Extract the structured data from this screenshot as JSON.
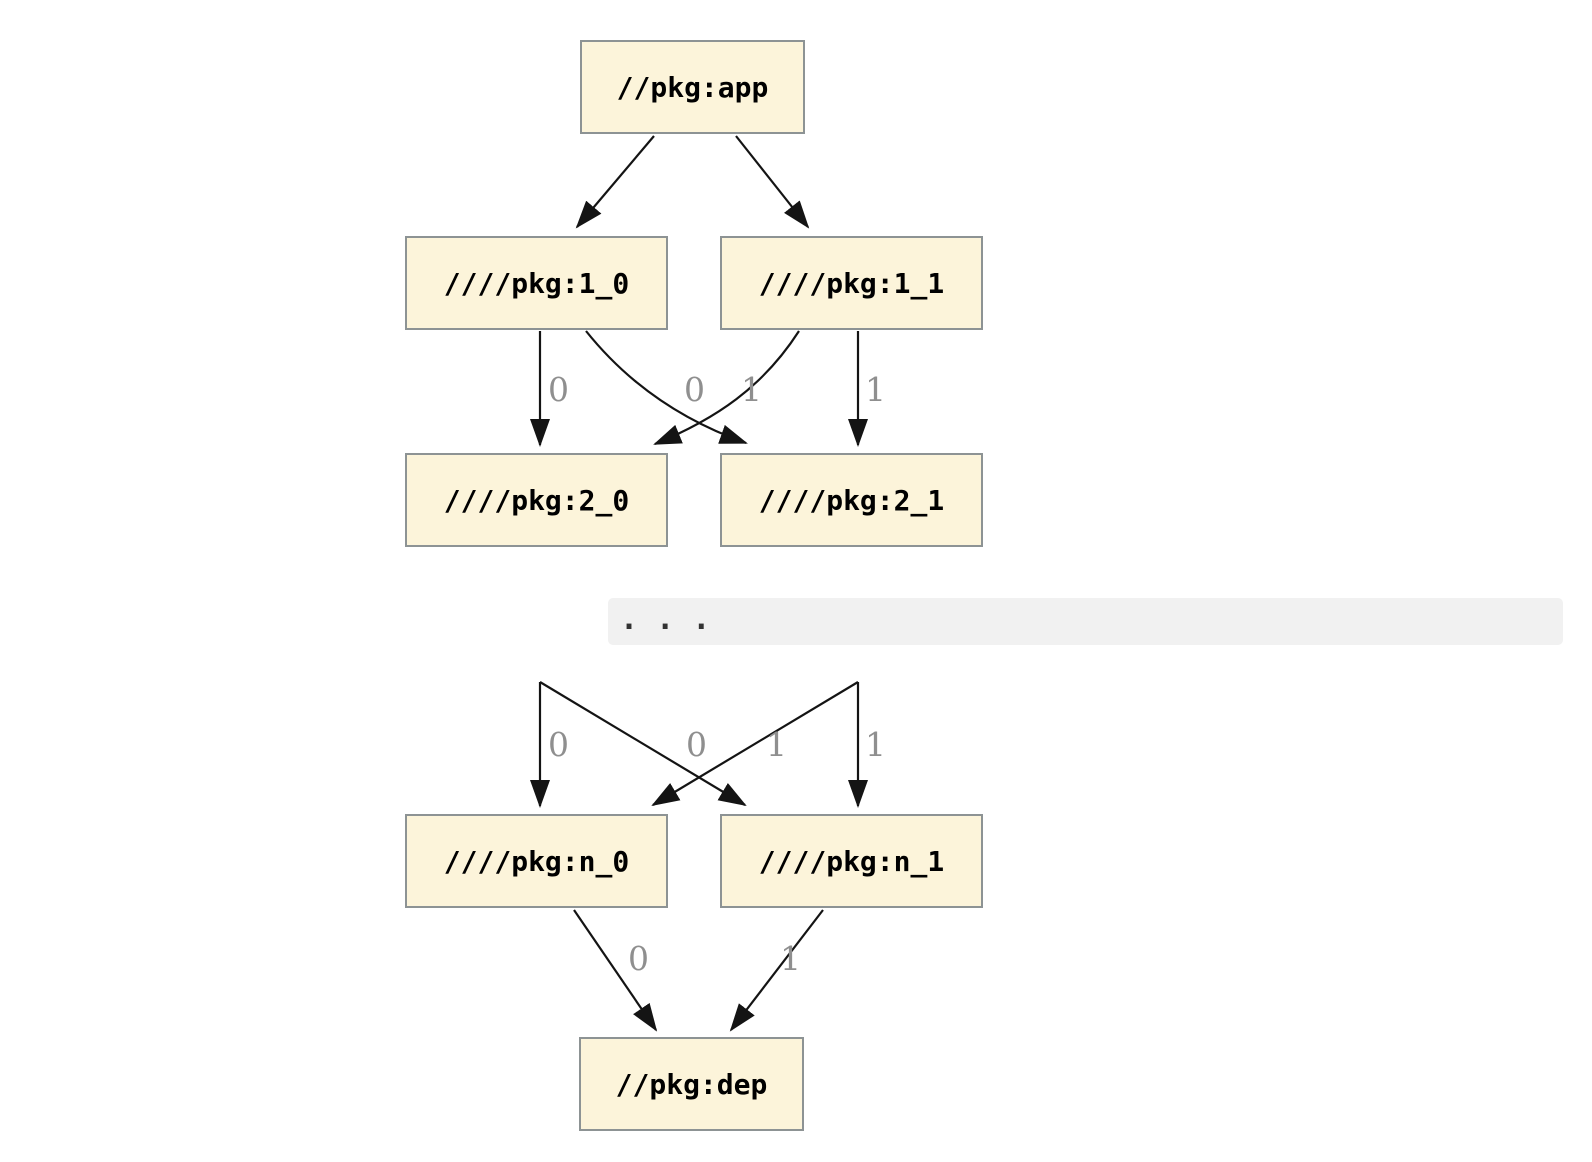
{
  "diagram": {
    "nodes": {
      "app": "//pkg:app",
      "v1_0": "////pkg:1_0",
      "v1_1": "////pkg:1_1",
      "v2_0": "////pkg:2_0",
      "v2_1": "////pkg:2_1",
      "vn_0": "////pkg:n_0",
      "vn_1": "////pkg:n_1",
      "dep": "//pkg:dep"
    },
    "ellipsis": ". . .",
    "edge_labels": {
      "level1_to_2": [
        "0",
        "0",
        "1",
        "1"
      ],
      "to_n": [
        "0",
        "0",
        "1",
        "1"
      ],
      "to_dep": [
        "0",
        "1"
      ]
    },
    "edges": [
      {
        "from": "//pkg:app",
        "to": "////pkg:1_0",
        "label": ""
      },
      {
        "from": "//pkg:app",
        "to": "////pkg:1_1",
        "label": ""
      },
      {
        "from": "////pkg:1_0",
        "to": "////pkg:2_0",
        "label": "0"
      },
      {
        "from": "////pkg:1_0",
        "to": "////pkg:2_1",
        "label": "0"
      },
      {
        "from": "////pkg:1_1",
        "to": "////pkg:2_0",
        "label": "1"
      },
      {
        "from": "////pkg:1_1",
        "to": "////pkg:2_1",
        "label": "1"
      },
      {
        "from": ". . .",
        "to": "////pkg:n_0",
        "label": "0"
      },
      {
        "from": ". . .",
        "to": "////pkg:n_1",
        "label": "0"
      },
      {
        "from": ". . .",
        "to": "////pkg:n_0",
        "label": "1"
      },
      {
        "from": ". . .",
        "to": "////pkg:n_1",
        "label": "1"
      },
      {
        "from": "////pkg:n_0",
        "to": "//pkg:dep",
        "label": "0"
      },
      {
        "from": "////pkg:n_1",
        "to": "//pkg:dep",
        "label": "1"
      }
    ],
    "colors": {
      "node_fill": "#fcf4da",
      "node_border": "#8d9394",
      "edge": "#141414",
      "edge_label": "#8f8f8f",
      "ellipsis_band": "#f1f1f1",
      "background": "#ffffff"
    }
  }
}
